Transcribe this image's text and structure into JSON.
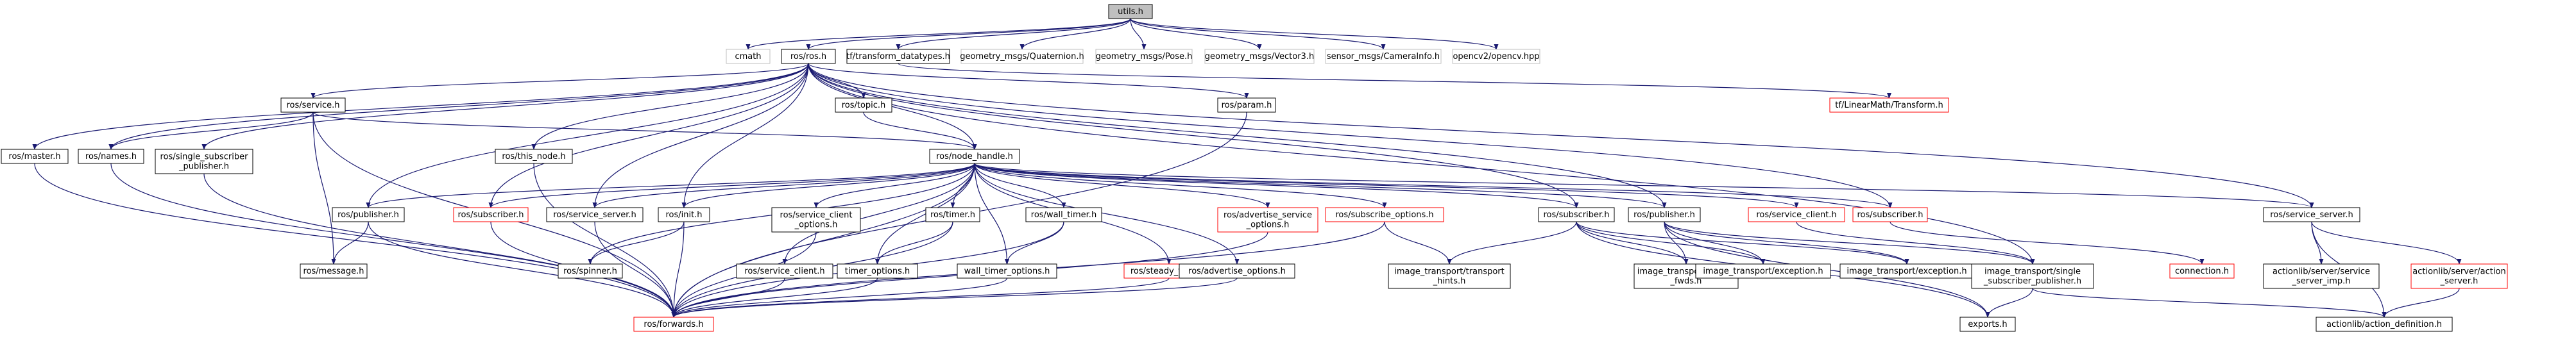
{
  "colors": {
    "box_default": "#000000",
    "box_missing": "#ff0000",
    "box_external": "#bfbfbf",
    "box_root_fill": "#bfbfbf",
    "edge": "#191970",
    "text_default": "#000000"
  },
  "nodes": [
    {
      "id": "utils",
      "lines": [
        "utils.h"
      ],
      "kind": "root"
    },
    {
      "id": "cmath",
      "lines": [
        "cmath"
      ],
      "kind": "external"
    },
    {
      "id": "ros_ros",
      "lines": [
        "ros/ros.h"
      ],
      "kind": "normal"
    },
    {
      "id": "tf_transform_datatypes",
      "lines": [
        "tf/transform_datatypes.h"
      ],
      "kind": "normal"
    },
    {
      "id": "geometry_quaternion",
      "lines": [
        "geometry_msgs/Quaternion.h"
      ],
      "kind": "external"
    },
    {
      "id": "geometry_pose",
      "lines": [
        "geometry_msgs/Pose.h"
      ],
      "kind": "external"
    },
    {
      "id": "geometry_vector3",
      "lines": [
        "geometry_msgs/Vector3.h"
      ],
      "kind": "external"
    },
    {
      "id": "sensor_camerainfo",
      "lines": [
        "sensor_msgs/CameraInfo.h"
      ],
      "kind": "external"
    },
    {
      "id": "opencv",
      "lines": [
        "opencv2/opencv.hpp"
      ],
      "kind": "external"
    },
    {
      "id": "ros_service",
      "lines": [
        "ros/service.h"
      ],
      "kind": "normal"
    },
    {
      "id": "ros_topic",
      "lines": [
        "ros/topic.h"
      ],
      "kind": "normal"
    },
    {
      "id": "ros_param",
      "lines": [
        "ros/param.h"
      ],
      "kind": "normal"
    },
    {
      "id": "tf_linearmath_transform",
      "lines": [
        "tf/LinearMath/Transform.h"
      ],
      "kind": "missing"
    },
    {
      "id": "ros_master",
      "lines": [
        "ros/master.h"
      ],
      "kind": "normal"
    },
    {
      "id": "ros_names",
      "lines": [
        "ros/names.h"
      ],
      "kind": "normal"
    },
    {
      "id": "ros_single_subscriber_publisher",
      "lines": [
        "ros/single_subscriber",
        "_publisher.h"
      ],
      "kind": "normal"
    },
    {
      "id": "ros_this_node",
      "lines": [
        "ros/this_node.h"
      ],
      "kind": "normal"
    },
    {
      "id": "ros_node_handle",
      "lines": [
        "ros/node_handle.h"
      ],
      "kind": "normal"
    },
    {
      "id": "ros_publisher_l",
      "lines": [
        "ros/publisher.h"
      ],
      "kind": "normal"
    },
    {
      "id": "ros_subscriber_l",
      "lines": [
        "ros/subscriber.h"
      ],
      "kind": "missing"
    },
    {
      "id": "ros_service_server_l",
      "lines": [
        "ros/service_server.h"
      ],
      "kind": "normal"
    },
    {
      "id": "ros_init",
      "lines": [
        "ros/init.h"
      ],
      "kind": "normal"
    },
    {
      "id": "ros_service_client_options",
      "lines": [
        "ros/service_client",
        "_options.h"
      ],
      "kind": "normal"
    },
    {
      "id": "ros_timer",
      "lines": [
        "ros/timer.h"
      ],
      "kind": "normal"
    },
    {
      "id": "ros_wall_timer",
      "lines": [
        "ros/wall_timer.h"
      ],
      "kind": "normal"
    },
    {
      "id": "ros_advertise_service_options",
      "lines": [
        "ros/advertise_service",
        "_options.h"
      ],
      "kind": "missing"
    },
    {
      "id": "ros_subscribe_options",
      "lines": [
        "ros/subscribe_options.h"
      ],
      "kind": "missing"
    },
    {
      "id": "ros_subscriber_m",
      "lines": [
        "ros/subscriber.h"
      ],
      "kind": "normal"
    },
    {
      "id": "ros_publisher_r",
      "lines": [
        "ros/publisher.h"
      ],
      "kind": "normal"
    },
    {
      "id": "ros_service_client_r",
      "lines": [
        "ros/service_client.h"
      ],
      "kind": "missing"
    },
    {
      "id": "ros_subscriber_r",
      "lines": [
        "ros/subscriber.h"
      ],
      "kind": "missing"
    },
    {
      "id": "ros_service_server_r",
      "lines": [
        "ros/service_server.h"
      ],
      "kind": "normal"
    },
    {
      "id": "ros_message",
      "lines": [
        "ros/message.h"
      ],
      "kind": "normal"
    },
    {
      "id": "ros_spinner",
      "lines": [
        "ros/spinner.h"
      ],
      "kind": "normal"
    },
    {
      "id": "ros_service_client_b",
      "lines": [
        "ros/service_client.h"
      ],
      "kind": "normal"
    },
    {
      "id": "timer_options",
      "lines": [
        "timer_options.h"
      ],
      "kind": "normal"
    },
    {
      "id": "wall_timer_options",
      "lines": [
        "wall_timer_options.h"
      ],
      "kind": "normal"
    },
    {
      "id": "ros_steady_timer",
      "lines": [
        "ros/steady_timer.h"
      ],
      "kind": "missing"
    },
    {
      "id": "ros_advertise_options",
      "lines": [
        "ros/advertise_options.h"
      ],
      "kind": "normal"
    },
    {
      "id": "image_transport_transport_hints",
      "lines": [
        "image_transport/transport",
        "_hints.h"
      ],
      "kind": "normal"
    },
    {
      "id": "image_transport_loader_fwds",
      "lines": [
        "image_transport/loader",
        "_fwds.h"
      ],
      "kind": "normal"
    },
    {
      "id": "image_transport_exception_1",
      "lines": [
        "image_transport/exception.h"
      ],
      "kind": "normal"
    },
    {
      "id": "image_transport_exception_2",
      "lines": [
        "image_transport/exception.h"
      ],
      "kind": "normal"
    },
    {
      "id": "image_transport_single_subscriber_publisher",
      "lines": [
        "image_transport/single",
        "_subscriber_publisher.h"
      ],
      "kind": "normal"
    },
    {
      "id": "connection",
      "lines": [
        "connection.h"
      ],
      "kind": "missing"
    },
    {
      "id": "actionlib_service_server_imp",
      "lines": [
        "actionlib/server/service",
        "_server_imp.h"
      ],
      "kind": "normal"
    },
    {
      "id": "actionlib_action_server",
      "lines": [
        "actionlib/server/action",
        "_server.h"
      ],
      "kind": "missing"
    },
    {
      "id": "ros_forwards",
      "lines": [
        "ros/forwards.h"
      ],
      "kind": "missing"
    },
    {
      "id": "exports",
      "lines": [
        "exports.h"
      ],
      "kind": "normal"
    },
    {
      "id": "actionlib_action_definition",
      "lines": [
        "actionlib/action_definition.h"
      ],
      "kind": "normal"
    }
  ],
  "edges": [
    [
      "utils",
      "cmath"
    ],
    [
      "utils",
      "ros_ros"
    ],
    [
      "utils",
      "tf_transform_datatypes"
    ],
    [
      "utils",
      "geometry_quaternion"
    ],
    [
      "utils",
      "geometry_pose"
    ],
    [
      "utils",
      "geometry_vector3"
    ],
    [
      "utils",
      "sensor_camerainfo"
    ],
    [
      "utils",
      "opencv"
    ],
    [
      "tf_transform_datatypes",
      "tf_linearmath_transform"
    ],
    [
      "ros_ros",
      "ros_service"
    ],
    [
      "ros_ros",
      "ros_topic"
    ],
    [
      "ros_ros",
      "ros_param"
    ],
    [
      "ros_ros",
      "ros_master"
    ],
    [
      "ros_ros",
      "ros_names"
    ],
    [
      "ros_ros",
      "ros_single_subscriber_publisher"
    ],
    [
      "ros_ros",
      "ros_this_node"
    ],
    [
      "ros_ros",
      "ros_node_handle"
    ],
    [
      "ros_ros",
      "ros_publisher_l"
    ],
    [
      "ros_ros",
      "ros_subscriber_l"
    ],
    [
      "ros_ros",
      "ros_service_server_l"
    ],
    [
      "ros_ros",
      "ros_init"
    ],
    [
      "ros_ros",
      "ros_subscriber_m"
    ],
    [
      "ros_ros",
      "ros_publisher_r"
    ],
    [
      "ros_ros",
      "ros_subscriber_r"
    ],
    [
      "ros_ros",
      "ros_service_server_r"
    ],
    [
      "ros_ros",
      "image_transport_single_subscriber_publisher"
    ],
    [
      "ros_service",
      "ros_names"
    ],
    [
      "ros_service",
      "ros_node_handle"
    ],
    [
      "ros_service",
      "ros_message"
    ],
    [
      "ros_service",
      "ros_forwards"
    ],
    [
      "ros_topic",
      "ros_node_handle"
    ],
    [
      "ros_param",
      "ros_forwards"
    ],
    [
      "ros_master",
      "ros_forwards"
    ],
    [
      "ros_names",
      "ros_forwards"
    ],
    [
      "ros_single_subscriber_publisher",
      "ros_forwards"
    ],
    [
      "ros_this_node",
      "ros_forwards"
    ],
    [
      "ros_node_handle",
      "ros_publisher_l"
    ],
    [
      "ros_node_handle",
      "ros_subscriber_l"
    ],
    [
      "ros_node_handle",
      "ros_service_server_l"
    ],
    [
      "ros_node_handle",
      "ros_init"
    ],
    [
      "ros_node_handle",
      "ros_service_client_options"
    ],
    [
      "ros_node_handle",
      "ros_timer"
    ],
    [
      "ros_node_handle",
      "ros_wall_timer"
    ],
    [
      "ros_node_handle",
      "ros_advertise_service_options"
    ],
    [
      "ros_node_handle",
      "ros_subscribe_options"
    ],
    [
      "ros_node_handle",
      "ros_subscriber_m"
    ],
    [
      "ros_node_handle",
      "ros_publisher_r"
    ],
    [
      "ros_node_handle",
      "ros_service_client_r"
    ],
    [
      "ros_node_handle",
      "ros_subscriber_r"
    ],
    [
      "ros_node_handle",
      "ros_service_server_r"
    ],
    [
      "ros_node_handle",
      "ros_forwards"
    ],
    [
      "ros_node_handle",
      "ros_spinner"
    ],
    [
      "ros_node_handle",
      "ros_service_client_b"
    ],
    [
      "ros_node_handle",
      "timer_options"
    ],
    [
      "ros_node_handle",
      "wall_timer_options"
    ],
    [
      "ros_node_handle",
      "ros_steady_timer"
    ],
    [
      "ros_node_handle",
      "ros_advertise_options"
    ],
    [
      "ros_publisher_l",
      "ros_message"
    ],
    [
      "ros_publisher_l",
      "ros_forwards"
    ],
    [
      "ros_subscriber_l",
      "ros_forwards"
    ],
    [
      "ros_service_server_l",
      "ros_forwards"
    ],
    [
      "ros_init",
      "ros_spinner"
    ],
    [
      "ros_init",
      "ros_forwards"
    ],
    [
      "ros_service_client_options",
      "ros_forwards"
    ],
    [
      "ros_timer",
      "timer_options"
    ],
    [
      "ros_timer",
      "ros_forwards"
    ],
    [
      "ros_wall_timer",
      "wall_timer_options"
    ],
    [
      "ros_wall_timer",
      "ros_forwards"
    ],
    [
      "ros_advertise_service_options",
      "ros_forwards"
    ],
    [
      "ros_subscribe_options",
      "image_transport_transport_hints"
    ],
    [
      "ros_subscribe_options",
      "ros_forwards"
    ],
    [
      "ros_service_client_b",
      "ros_forwards"
    ],
    [
      "timer_options",
      "ros_forwards"
    ],
    [
      "wall_timer_options",
      "ros_forwards"
    ],
    [
      "ros_steady_timer",
      "ros_forwards"
    ],
    [
      "ros_advertise_options",
      "ros_forwards"
    ],
    [
      "ros_subscriber_m",
      "image_transport_transport_hints"
    ],
    [
      "ros_subscriber_m",
      "image_transport_loader_fwds"
    ],
    [
      "ros_subscriber_m",
      "image_transport_exception_1"
    ],
    [
      "ros_subscriber_m",
      "image_transport_exception_2"
    ],
    [
      "ros_subscriber_m",
      "exports"
    ],
    [
      "ros_publisher_r",
      "image_transport_loader_fwds"
    ],
    [
      "ros_publisher_r",
      "image_transport_exception_1"
    ],
    [
      "ros_publisher_r",
      "image_transport_exception_2"
    ],
    [
      "ros_publisher_r",
      "image_transport_single_subscriber_publisher"
    ],
    [
      "ros_publisher_r",
      "exports"
    ],
    [
      "ros_service_client_r",
      "image_transport_single_subscriber_publisher"
    ],
    [
      "ros_subscriber_r",
      "connection"
    ],
    [
      "image_transport_single_subscriber_publisher",
      "exports"
    ],
    [
      "ros_service_server_r",
      "actionlib_service_server_imp"
    ],
    [
      "ros_service_server_r",
      "actionlib_action_server"
    ],
    [
      "ros_service_server_r",
      "actionlib_action_definition"
    ],
    [
      "actionlib_action_server",
      "actionlib_action_definition"
    ],
    [
      "image_transport_single_subscriber_publisher",
      "actionlib_action_definition"
    ]
  ]
}
